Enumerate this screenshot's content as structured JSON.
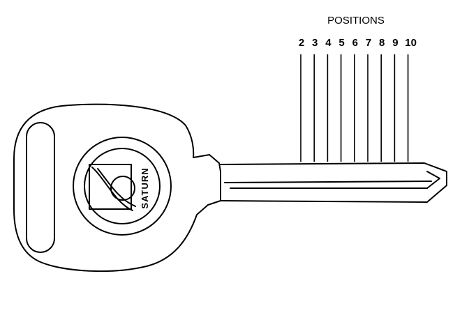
{
  "title": "POSITIONS",
  "positions": [
    "2",
    "3",
    "4",
    "5",
    "6",
    "7",
    "8",
    "9",
    "10"
  ],
  "brand": "SATURN",
  "colors": {
    "line": "#000000",
    "background": "#ffffff"
  }
}
